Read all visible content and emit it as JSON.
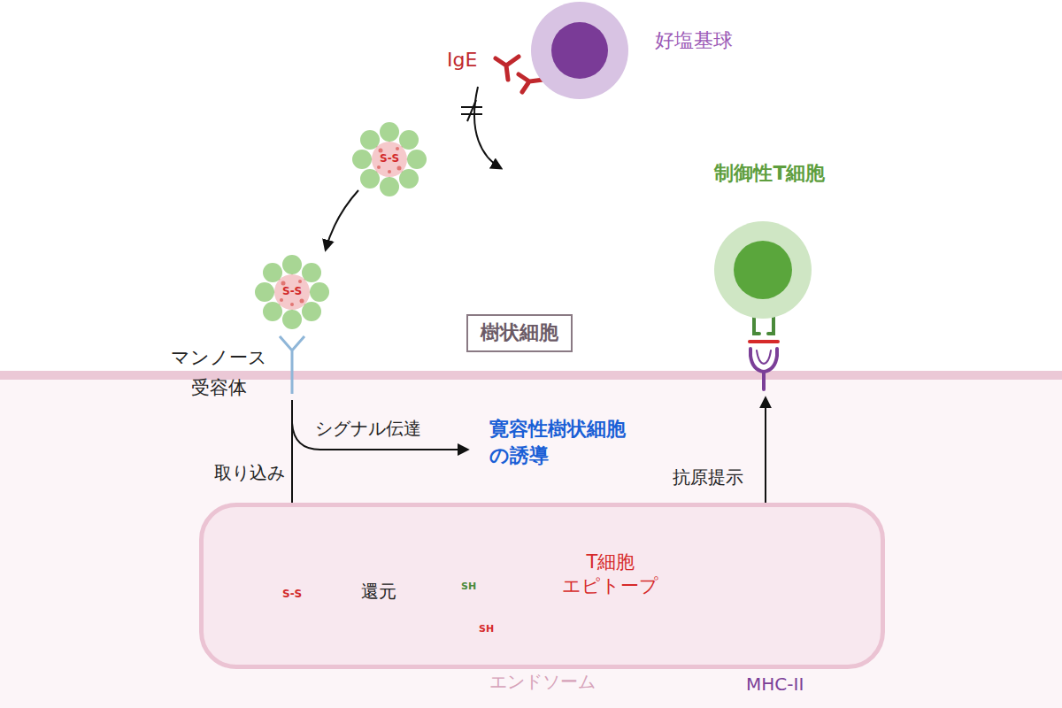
{
  "diagram": {
    "nodes": [
      {
        "text": [
          "好塩基球"
        ]
      },
      {
        "text": [
          "制御性T細胞"
        ]
      },
      {
        "text": [
          "樹状細胞"
        ]
      },
      {
        "text": [
          "エンドソーム"
        ]
      }
    ],
    "labels": [
      "IgE",
      "S-S",
      "S-S",
      "マンノース 受容体",
      "シグナル伝達",
      "寛容性樹状細胞 の誘導",
      "取り込み",
      "抗原提示",
      "S-S",
      "還元",
      "SH",
      "SH",
      "T細胞 エピトープ",
      "MHC-II"
    ]
  }
}
